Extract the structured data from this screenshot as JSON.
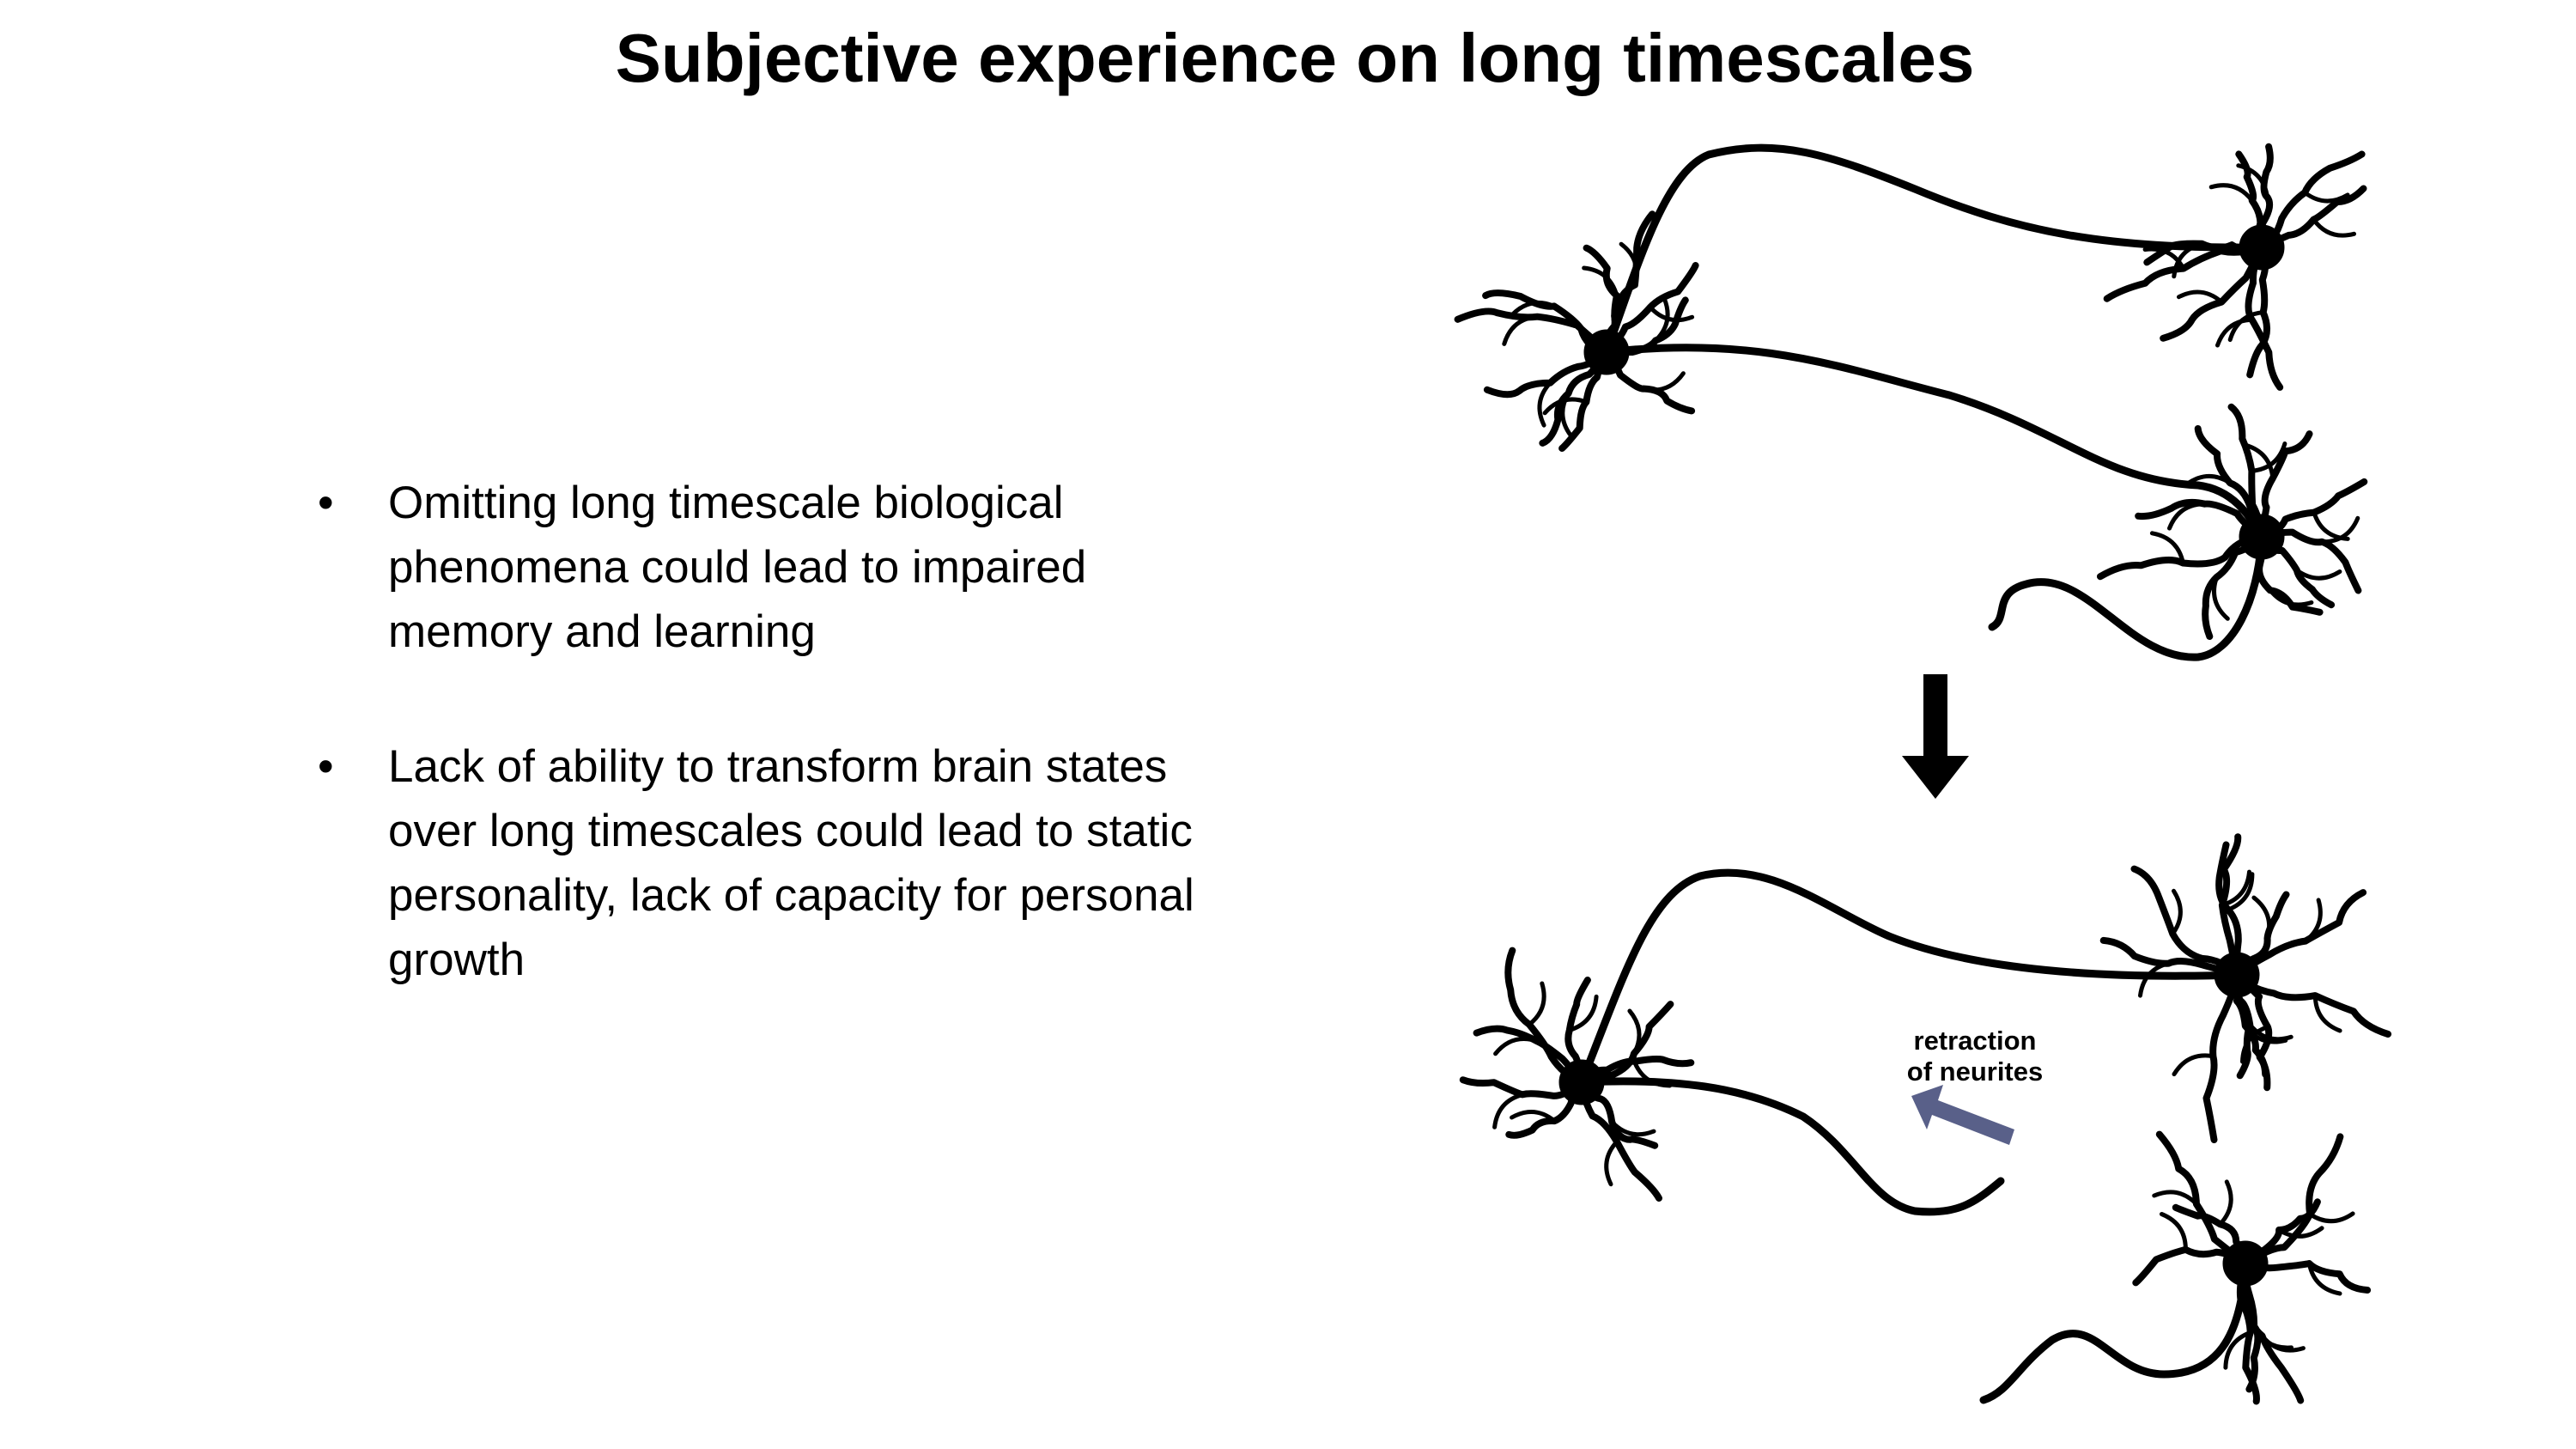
{
  "title": "Subjective experience on long timescales",
  "bullets": [
    {
      "marker": "•",
      "text": "Omitting long timescale biological phenomena could lead to impaired memory and learning"
    },
    {
      "marker": "•",
      "text": "Lack of ability to transform brain states over long timescales could lead to static personality, lack of capacity for personal growth"
    }
  ],
  "figure": {
    "annotation": {
      "line1": "retraction",
      "line2": "of neurites"
    },
    "colors": {
      "neuron": "#000000",
      "retraction_arrow": "#596089",
      "transition_arrow": "#000000"
    }
  }
}
